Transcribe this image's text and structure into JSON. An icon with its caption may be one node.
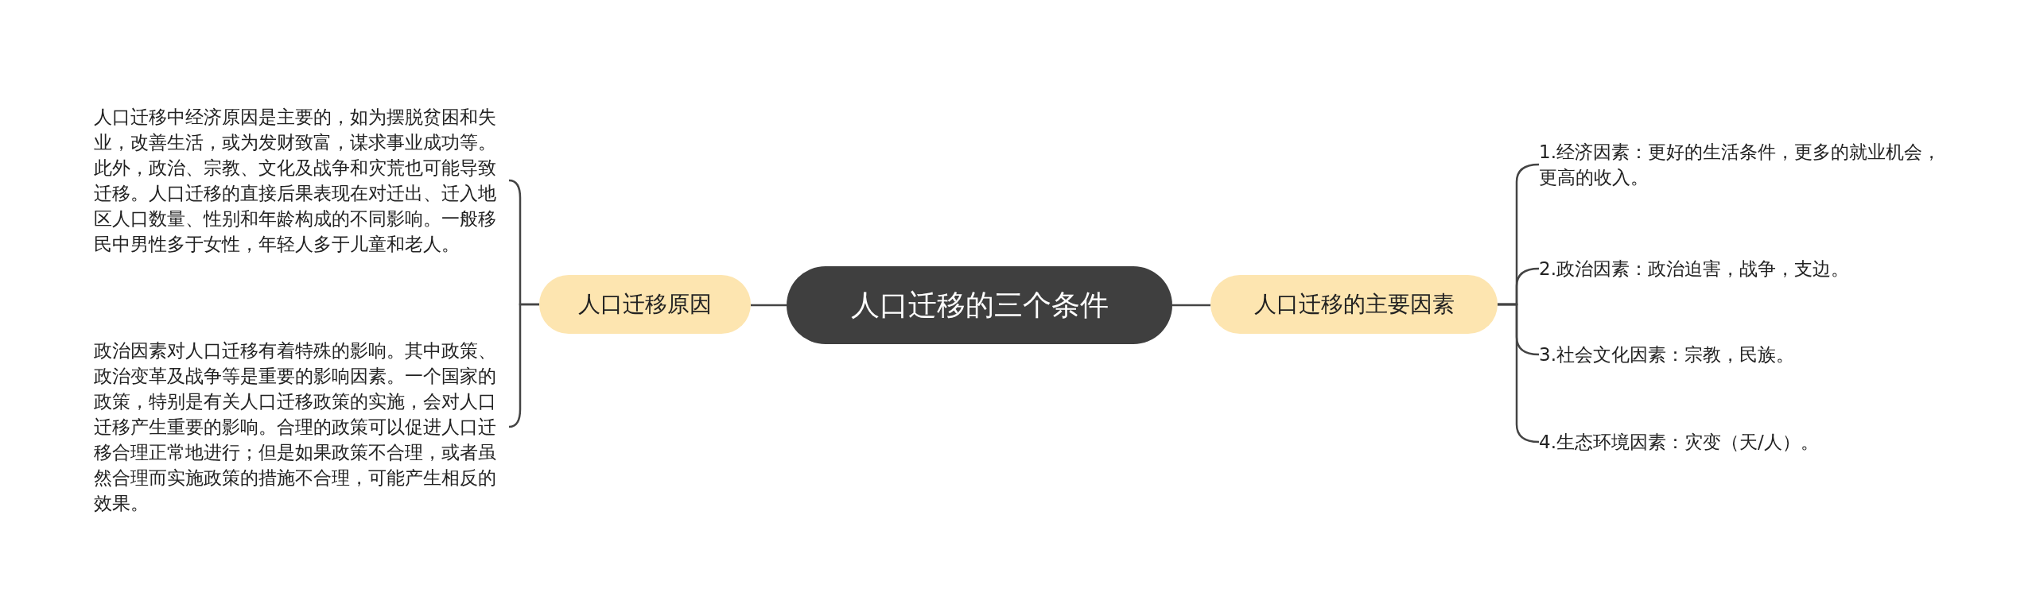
{
  "diagram": {
    "nodes": [
      {
        "text": [
          "人口迁移的三个条件"
        ]
      },
      {
        "text": [
          "人口迁移原因"
        ]
      },
      {
        "text": [
          "人口迁移中经济原因是主要的，如为摆脱贫困和失业，改善生活，或为发财致富，谋求事业成功等。此外，政治、宗教、文化及战争和灾荒也可能导致迁移。人口迁移的直接后果表现在对迁出、迁入地区人口数量、性别和年龄构成的不同影响。一般移民中男性多于女性，年轻人多于儿童和老人。"
        ]
      },
      {
        "text": [
          "政治因素对人口迁移有着特殊的影响。其中政策、政治变革及战争等是重要的影响因素。一个国家的政策，特别是有关人口迁移政策的实施，会对人口迁移产生重要的影响。合理的政策可以促进人口迁移合理正常地进行；但是如果政策不合理，或者虽然合理而实施政策的措施不合理，可能产生相反的效果。"
        ]
      },
      {
        "text": [
          "人口迁移的主要因素"
        ]
      },
      {
        "text": [
          "1.经济因素：更好的生活条件，更多的就业机会，更高的收入。"
        ]
      },
      {
        "text": [
          "2.政治因素：政治迫害，战争，支边。"
        ]
      },
      {
        "text": [
          "3.社会文化因素：宗教，民族。"
        ]
      },
      {
        "text": [
          "4.生态环境因素：灾变（天/人）。"
        ]
      }
    ],
    "edges": [
      {
        "from": 0,
        "to": 1,
        "arrow": "none"
      },
      {
        "from": 1,
        "to": 2,
        "arrow": "none"
      },
      {
        "from": 1,
        "to": 3,
        "arrow": "none"
      },
      {
        "from": 0,
        "to": 4,
        "arrow": "none"
      },
      {
        "from": 4,
        "to": 5,
        "arrow": "none"
      },
      {
        "from": 4,
        "to": 6,
        "arrow": "none"
      },
      {
        "from": 4,
        "to": 7,
        "arrow": "none"
      },
      {
        "from": 4,
        "to": 8,
        "arrow": "none"
      }
    ]
  }
}
